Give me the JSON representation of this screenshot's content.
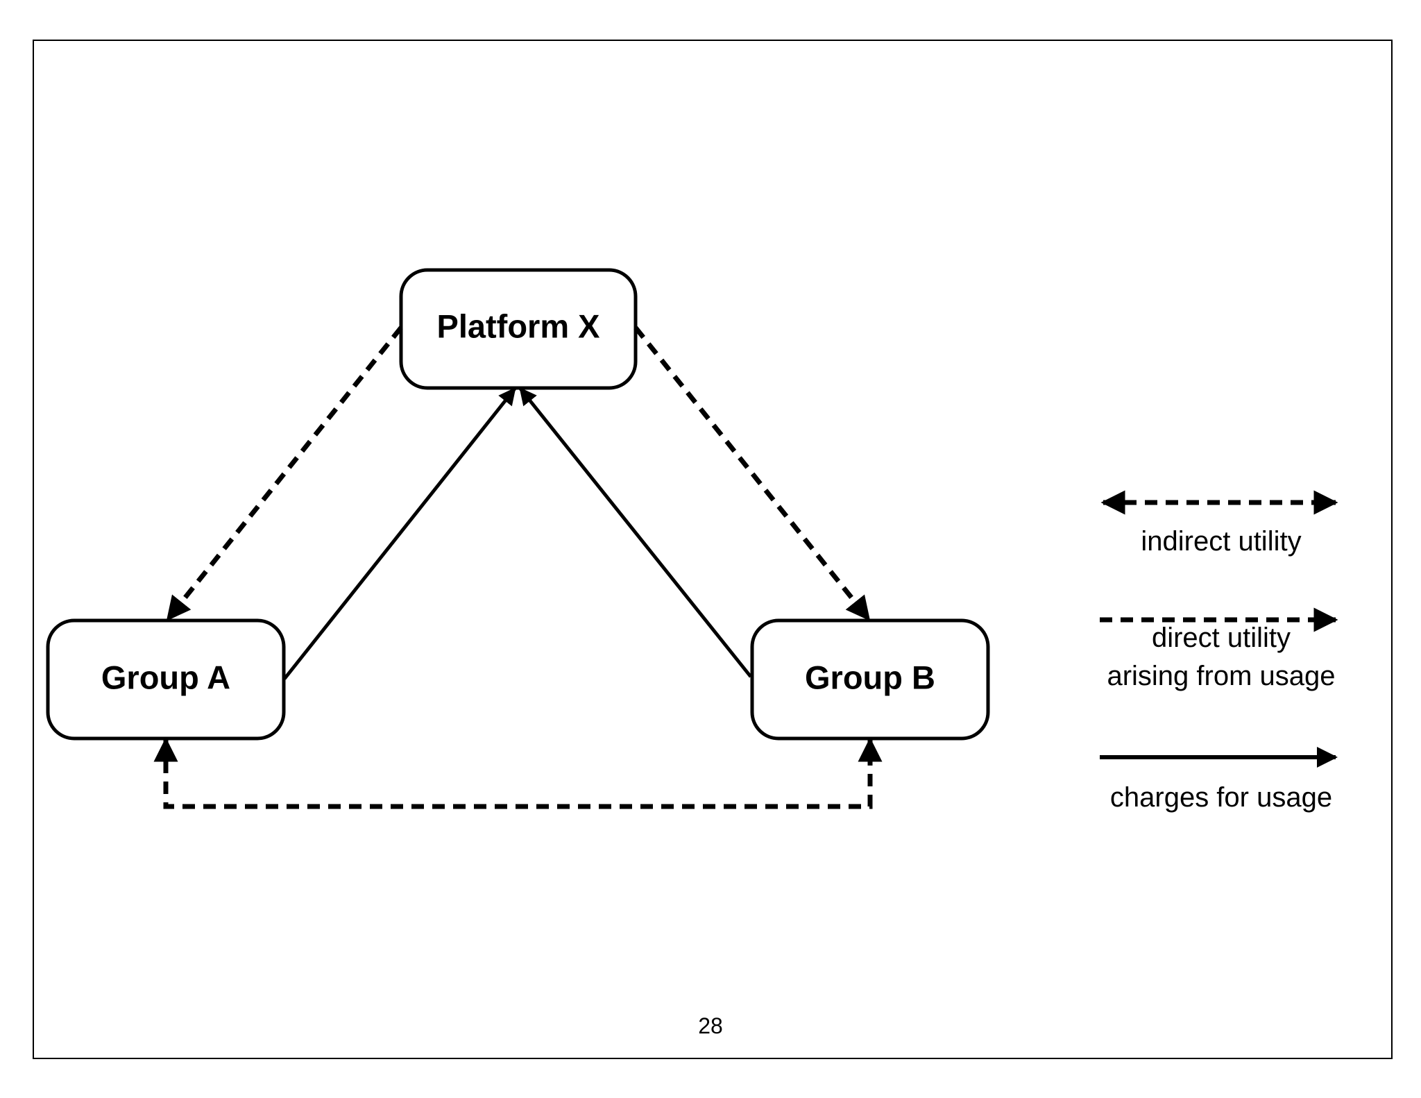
{
  "nodes": {
    "platform": "Platform X",
    "group_a": "Group A",
    "group_b": "Group B"
  },
  "legend": {
    "indirect": "indirect utility",
    "direct_line1": "direct utility",
    "direct_line2": "arising from usage",
    "charges": "charges for usage"
  },
  "page_number": "28"
}
